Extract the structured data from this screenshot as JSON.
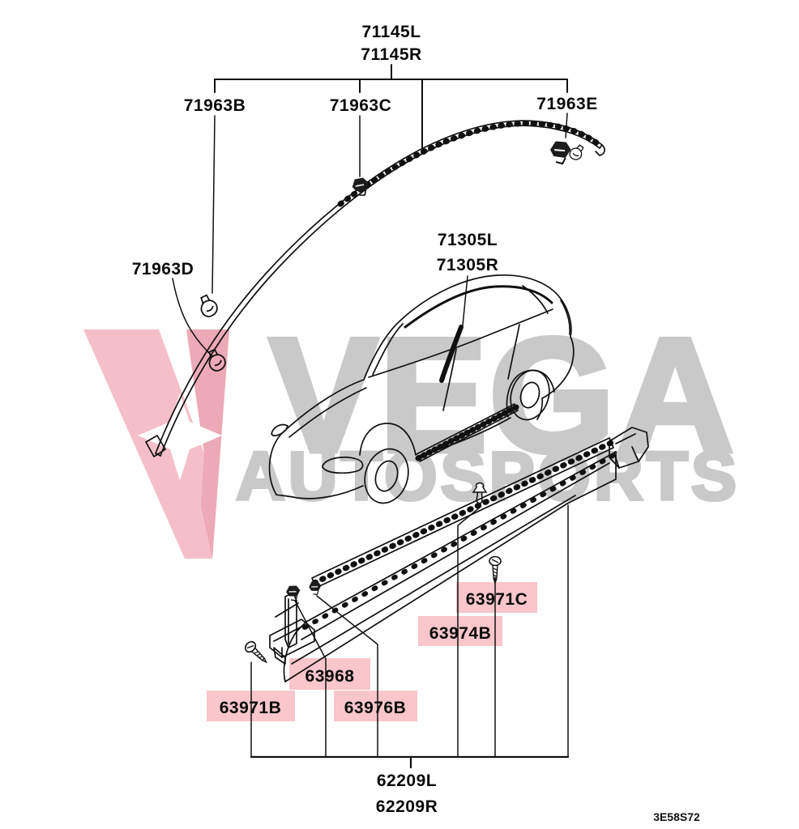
{
  "diagram": {
    "type": "vehicle-parts-catalog-figure",
    "code": "3E58S72",
    "highlight_color": "#f8c6cb",
    "line_color": "#101010",
    "background": "#ffffff"
  },
  "watermark": {
    "line1": "VEGA",
    "line2": "AUTOSPORTS",
    "logo": "V-logo",
    "pink": "#f4bfc8",
    "pink_dark": "#eca9b6",
    "gray": "#c9c9c9"
  },
  "labels": {
    "p71145L": "71145L",
    "p71145R": "71145R",
    "p71963B": "71963B",
    "p71963C": "71963C",
    "p71963E": "71963E",
    "p71963D": "71963D",
    "p71305L": "71305L",
    "p71305R": "71305R",
    "p63971C": "63971C",
    "p63974B": "63974B",
    "p63968": "63968",
    "p63976B": "63976B",
    "p63971B": "63971B",
    "p62209L": "62209L",
    "p62209R": "62209R",
    "code": "3E58S72"
  },
  "highlighted_parts": [
    "63971C",
    "63974B",
    "63968",
    "63976B",
    "63971B"
  ]
}
